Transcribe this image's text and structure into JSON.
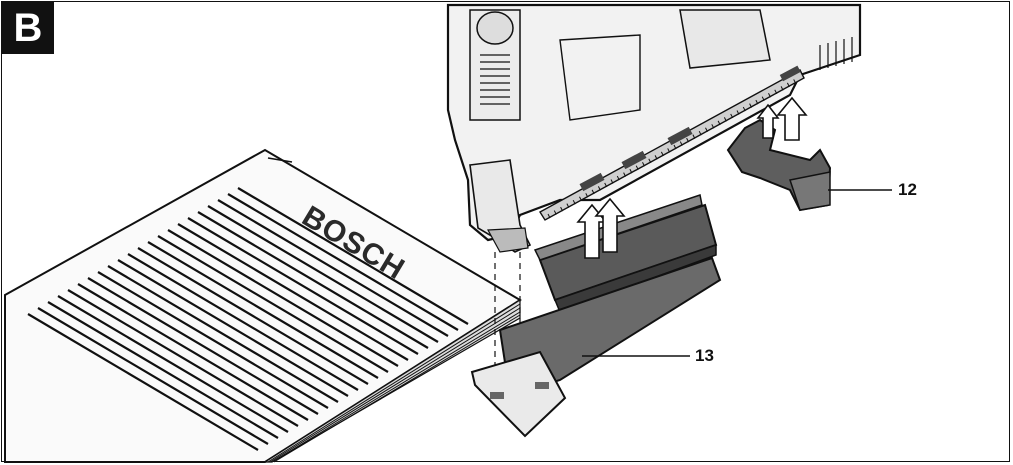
{
  "figure": {
    "panel_label": "B",
    "brand_text": "BOSCH",
    "callouts": {
      "part_12": "12",
      "part_13": "13"
    },
    "colors": {
      "ink": "#111111",
      "tool_body": "#f2f2f2",
      "part_fill": "#5a5a5a",
      "plate_fill": "#6a6a6a"
    }
  }
}
